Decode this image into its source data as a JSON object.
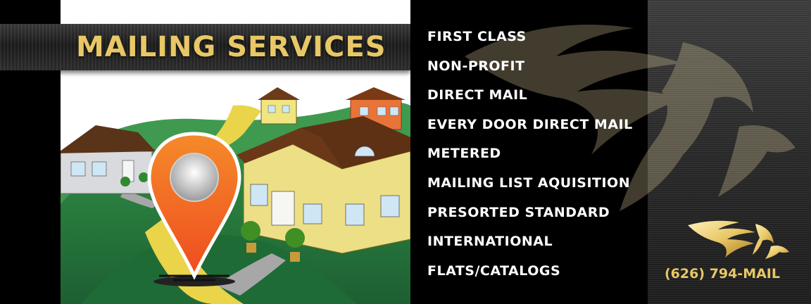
{
  "header": {
    "title": "MAILING SERVICES"
  },
  "services": [
    "FIRST CLASS",
    "NON-PROFIT",
    "DIRECT MAIL",
    "EVERY DOOR DIRECT MAIL",
    "METERED",
    "MAILING LIST AQUISITION",
    "PRESORTED STANDARD",
    "INTERNATIONAL",
    "FLATS/CATALOGS"
  ],
  "contact": {
    "phone": "(626) 794-MAIL"
  },
  "icons": {
    "watermark": "eagle-icon",
    "logo": "eagle-logo-icon",
    "marker": "map-pin-icon"
  },
  "colors": {
    "gold": "#e8c766",
    "white": "#ffffff",
    "black": "#000000",
    "pin_orange": "#f26a21",
    "grass_green": "#3e9a4c",
    "path_yellow": "#e9d44a"
  }
}
